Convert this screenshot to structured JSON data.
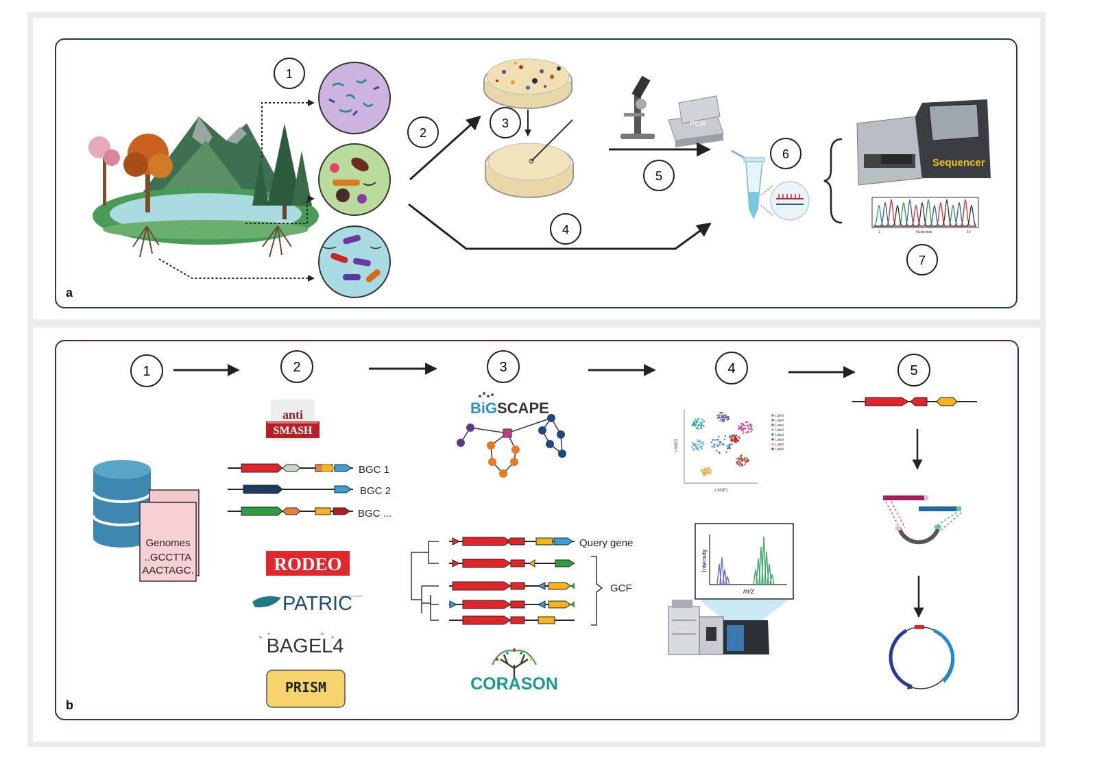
{
  "panel_a": {
    "label": "a",
    "steps": [
      "1",
      "2",
      "3",
      "4",
      "5",
      "6",
      "7"
    ],
    "pcr_label": "PCR",
    "sequencer_label": "Sequencer",
    "chromatogram_x_label": "Nucleotide",
    "chromatogram_x_start": "1",
    "chromatogram_x_end": "10"
  },
  "panel_b": {
    "label": "b",
    "steps": [
      "1",
      "2",
      "3",
      "4",
      "5"
    ],
    "genomes": {
      "title": "Genomes",
      "seq1": "..GCCTTA",
      "seq2": "AACTAGC."
    },
    "antismash": {
      "top": "anti",
      "bottom": "SMASH"
    },
    "bgc_labels": [
      "BGC 1",
      "BGC 2",
      "BGC ..."
    ],
    "tools": {
      "rodeo": "RODEO",
      "patric": "PATRIC",
      "bagel": "BAGEL4",
      "prism": "PRISM"
    },
    "bigscape": {
      "big": "BiG",
      "scape": "SCAPE"
    },
    "query_gene": "Query gene",
    "gcf": "GCF",
    "corason": "CORASON",
    "tsne": {
      "xlabel": "t-SNE1",
      "ylabel": "t-SNE2",
      "legend_label": "Label"
    },
    "ms": {
      "ylabel": "Intensity",
      "xlabel": "m/z"
    }
  },
  "colors": {
    "panel_a_border": "#1f3a4d",
    "panel_b_border": "#5a2038",
    "gene_red": "#e0262b",
    "gene_blue": "#3aa0d8",
    "gene_yellow": "#f2b51c",
    "gene_green": "#2e9e3e",
    "db_blue": "#3d87b0",
    "rodeo_red": "#e3262b",
    "prism_yellow": "#f7d46b",
    "corason_teal": "#1b9a8c"
  }
}
